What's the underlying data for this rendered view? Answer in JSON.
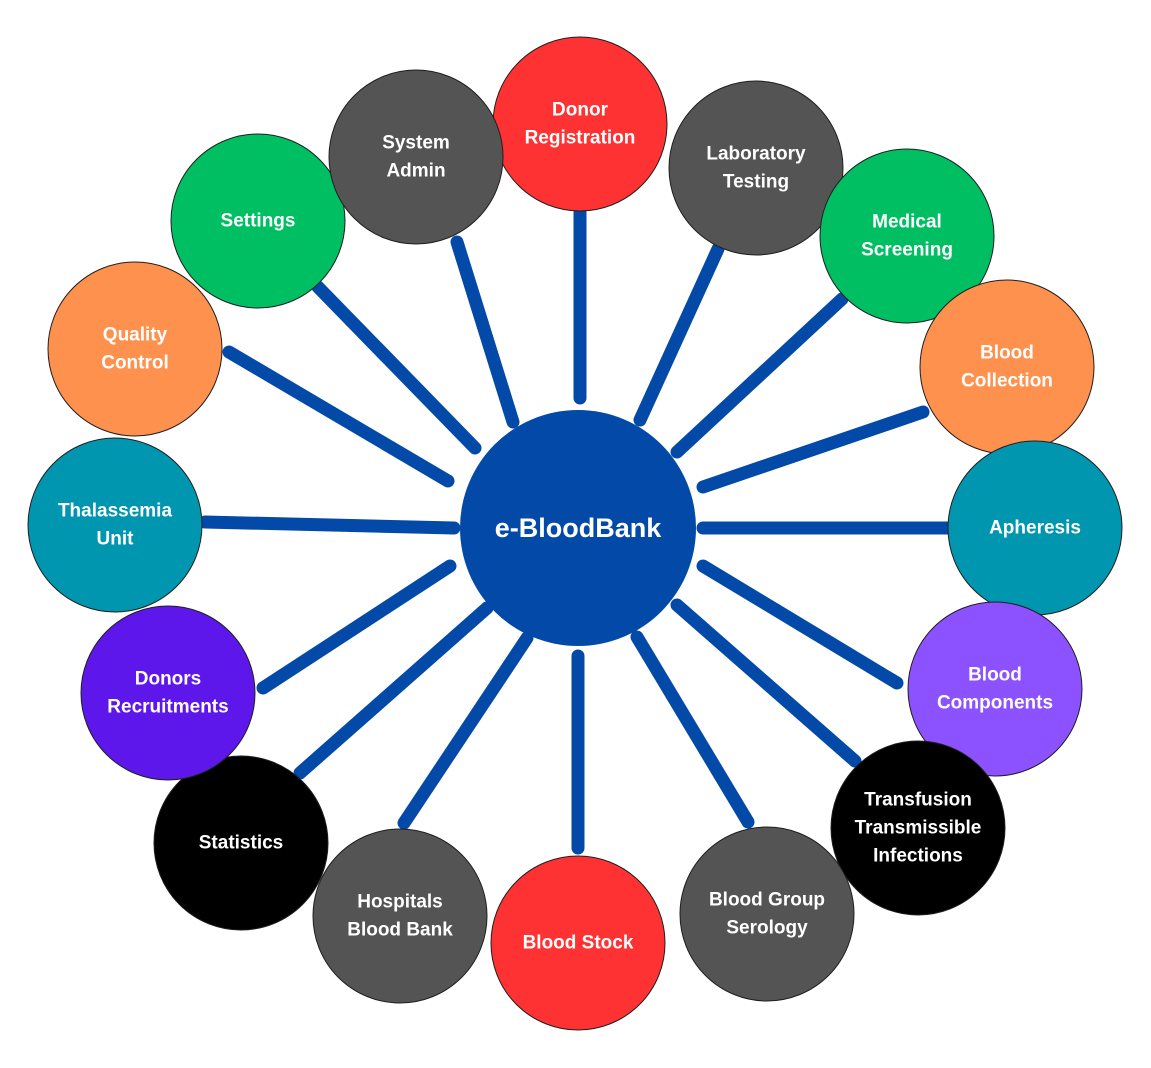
{
  "colors": {
    "hub": "#034aa8",
    "spoke": "#034aa8",
    "red": "#fe3233",
    "gray": "#545454",
    "green": "#00bf63",
    "orange": "#fe914d",
    "teal": "#0096b0",
    "purple": "#8c52ff",
    "indigo": "#5e17eb",
    "black": "#000000"
  },
  "hub": {
    "label": "e-BloodBank"
  },
  "nodes": [
    {
      "id": "donor-registration",
      "lines": [
        "Donor",
        "Registration"
      ],
      "color": "red"
    },
    {
      "id": "laboratory-testing",
      "lines": [
        "Laboratory",
        "Testing"
      ],
      "color": "gray"
    },
    {
      "id": "medical-screening",
      "lines": [
        "Medical",
        "Screening"
      ],
      "color": "green"
    },
    {
      "id": "blood-collection",
      "lines": [
        "Blood",
        "Collection"
      ],
      "color": "orange"
    },
    {
      "id": "apheresis",
      "lines": [
        "Apheresis"
      ],
      "color": "teal"
    },
    {
      "id": "blood-components",
      "lines": [
        "Blood",
        "Components"
      ],
      "color": "purple"
    },
    {
      "id": "transfusion-transmissible-infections",
      "lines": [
        "Transfusion",
        "Transmissible",
        "Infections"
      ],
      "color": "black"
    },
    {
      "id": "blood-group-serology",
      "lines": [
        "Blood Group",
        "Serology"
      ],
      "color": "gray"
    },
    {
      "id": "blood-stock",
      "lines": [
        "Blood Stock"
      ],
      "color": "red"
    },
    {
      "id": "hospitals-blood-bank",
      "lines": [
        "Hospitals",
        "Blood Bank"
      ],
      "color": "gray"
    },
    {
      "id": "statistics",
      "lines": [
        "Statistics"
      ],
      "color": "black"
    },
    {
      "id": "donors-recruitments",
      "lines": [
        "Donors",
        "Recruitments"
      ],
      "color": "indigo"
    },
    {
      "id": "thalassemia-unit",
      "lines": [
        "Thalassemia",
        "Unit"
      ],
      "color": "teal"
    },
    {
      "id": "quality-control",
      "lines": [
        "Quality",
        "Control"
      ],
      "color": "orange"
    },
    {
      "id": "settings",
      "lines": [
        "Settings"
      ],
      "color": "green"
    },
    {
      "id": "system-admin",
      "lines": [
        "System",
        "Admin"
      ],
      "color": "gray"
    }
  ]
}
